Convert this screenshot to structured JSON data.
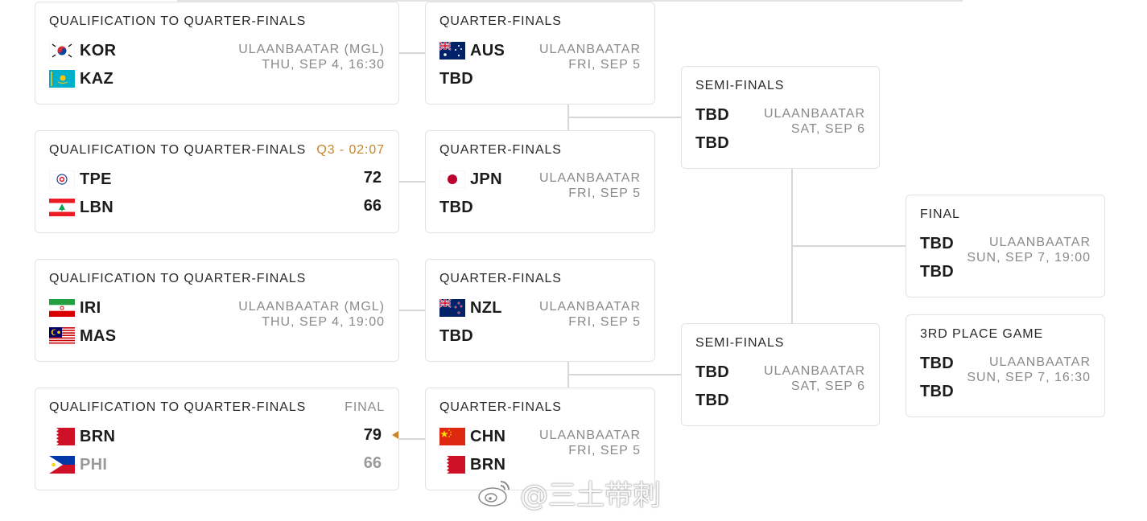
{
  "qualifications": [
    {
      "title": "QUALIFICATION TO QUARTER-FINALS",
      "status": "",
      "venue": "ULAANBAATAR (MGL)",
      "time": "THU, SEP 4, 16:30",
      "teams": [
        {
          "code": "KOR",
          "flag": "kor-flag-icon",
          "score": ""
        },
        {
          "code": "KAZ",
          "flag": "kaz-flag-icon",
          "score": ""
        }
      ]
    },
    {
      "title": "QUALIFICATION TO QUARTER-FINALS",
      "status": "Q3 - 02:07",
      "venue": "",
      "time": "",
      "teams": [
        {
          "code": "TPE",
          "flag": "tpe-flag-icon",
          "score": "72"
        },
        {
          "code": "LBN",
          "flag": "lbn-flag-icon",
          "score": "66"
        }
      ]
    },
    {
      "title": "QUALIFICATION TO QUARTER-FINALS",
      "status": "",
      "venue": "ULAANBAATAR (MGL)",
      "time": "THU, SEP 4, 19:00",
      "teams": [
        {
          "code": "IRI",
          "flag": "iri-flag-icon",
          "score": ""
        },
        {
          "code": "MAS",
          "flag": "mas-flag-icon",
          "score": ""
        }
      ]
    },
    {
      "title": "QUALIFICATION TO QUARTER-FINALS",
      "status": "FINAL",
      "venue": "",
      "time": "",
      "teams": [
        {
          "code": "BRN",
          "flag": "brn-flag-icon",
          "score": "79"
        },
        {
          "code": "PHI",
          "flag": "phi-flag-icon",
          "score": "66"
        }
      ]
    }
  ],
  "quarterfinals": [
    {
      "title": "QUARTER-FINALS",
      "venue": "ULAANBAATAR",
      "time": "FRI, SEP 5",
      "teams": [
        {
          "code": "AUS",
          "flag": "aus-flag-icon"
        },
        {
          "code": "TBD",
          "flag": ""
        }
      ]
    },
    {
      "title": "QUARTER-FINALS",
      "venue": "ULAANBAATAR",
      "time": "FRI, SEP 5",
      "teams": [
        {
          "code": "JPN",
          "flag": "jpn-flag-icon"
        },
        {
          "code": "TBD",
          "flag": ""
        }
      ]
    },
    {
      "title": "QUARTER-FINALS",
      "venue": "ULAANBAATAR",
      "time": "FRI, SEP 5",
      "teams": [
        {
          "code": "NZL",
          "flag": "nzl-flag-icon"
        },
        {
          "code": "TBD",
          "flag": ""
        }
      ]
    },
    {
      "title": "QUARTER-FINALS",
      "venue": "ULAANBAATAR",
      "time": "FRI, SEP 5",
      "teams": [
        {
          "code": "CHN",
          "flag": "chn-flag-icon"
        },
        {
          "code": "BRN",
          "flag": "brn-flag-icon"
        }
      ]
    }
  ],
  "semifinals": [
    {
      "title": "SEMI-FINALS",
      "venue": "ULAANBAATAR",
      "time": "SAT, SEP 6",
      "teams": [
        {
          "code": "TBD"
        },
        {
          "code": "TBD"
        }
      ]
    },
    {
      "title": "SEMI-FINALS",
      "venue": "ULAANBAATAR",
      "time": "SAT, SEP 6",
      "teams": [
        {
          "code": "TBD"
        },
        {
          "code": "TBD"
        }
      ]
    }
  ],
  "final": {
    "title": "FINAL",
    "venue": "ULAANBAATAR",
    "time": "SUN, SEP 7, 19:00",
    "teams": [
      {
        "code": "TBD"
      },
      {
        "code": "TBD"
      }
    ]
  },
  "third_place": {
    "title": "3RD PLACE GAME",
    "venue": "ULAANBAATAR",
    "time": "SUN, SEP 7, 16:30",
    "teams": [
      {
        "code": "TBD"
      },
      {
        "code": "TBD"
      }
    ]
  },
  "colors": {
    "live": "#c9852a",
    "final": "#8c8c8c",
    "border": "#e2e2e2",
    "connector": "#d7d7d7"
  },
  "watermark": {
    "text": "@三土带刺",
    "icon": "weibo-logo-icon"
  }
}
